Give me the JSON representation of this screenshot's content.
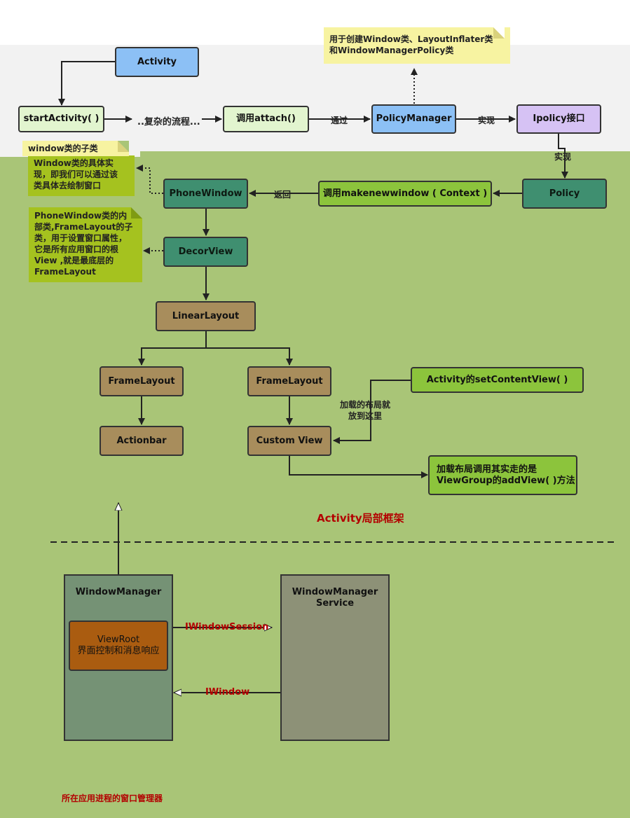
{
  "nodes": {
    "activity": "Activity",
    "start_activity": "startActivity( )",
    "complex_flow": "..复杂的流程...",
    "call_attach": "调用attach()",
    "policy_manager": "PolicyManager",
    "ipolicy": "Ipolicy接口",
    "policy": "Policy",
    "call_makenewwindow": "调用makenewwindow ( Context )",
    "phone_window": "PhoneWindow",
    "decor_view": "DecorView",
    "linear_layout": "LinearLayout",
    "frame_layout_left": "FrameLayout",
    "frame_layout_right": "FrameLayout",
    "actionbar": "Actionbar",
    "custom_view": "Custom View",
    "set_content_view": "Activity的setContentView( )",
    "add_view": "加载布局调用其实走的是\nViewGroup的addView( )方法",
    "window_manager": "WindowManager",
    "view_root": "ViewRoot\n界面控制和消息响应",
    "wms": "WindowManager\nService"
  },
  "edge_labels": {
    "via": "通过",
    "implements_1": "实现",
    "implements_2": "实现",
    "returns": "返回",
    "layout_placed": "加载的布局就\n放到这里",
    "iwindow_session": "IWindowSession",
    "iwindow": "IWindow"
  },
  "notes": {
    "policy_manager_note": "用于创建Window类、LayoutInflater类\n和WindowManagerPolicy类",
    "window_subclass_note_title": "window类的子类",
    "window_subclass_note": "Window类的具体实\n现，即我们可以通过该\n类具体去绘制窗口",
    "decor_view_note": "PhoneWindow类的内\n部类,FrameLayout的子\n类，用于设置窗口属性，\n它是所有应用窗口的根\nView ,就是最底层的\nFrameLayout"
  },
  "section_labels": {
    "activity_frame": "Activity局部框架",
    "app_process_wm": "所在应用进程的窗口管理器"
  },
  "colors": {
    "blue": "#8cc0f5",
    "teal": "#3f8f70",
    "tan": "#a88d5c",
    "green_bg": "#a9c577",
    "red_label": "#b30000"
  }
}
